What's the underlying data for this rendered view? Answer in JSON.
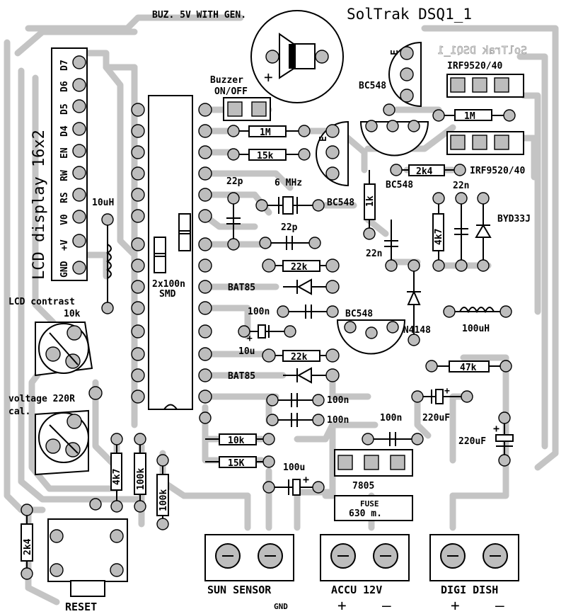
{
  "title": "SolTrak DSQ1_1",
  "mirror_title": "SolTrak DSQ1_1",
  "lcd": {
    "title": "LCD display 16x2",
    "pins": [
      "D7",
      "D6",
      "D5",
      "D4",
      "EN",
      "RW",
      "RS",
      "V0",
      "+V",
      "GND"
    ]
  },
  "labels": {
    "buzzer_note": "BUZ. 5V WITH GEN.",
    "buzzer_switch": "Buzzer",
    "buzzer_switch2": "ON/OFF",
    "lcd_contrast": "LCD contrast",
    "pot1_val": "10k",
    "voltage": "voltage 220R",
    "cal": "cal.",
    "l1": "10uH",
    "caps_smd": "2x100n",
    "smd": "SMD",
    "r_1m_a": "1M",
    "r_1m_b": "1M",
    "r_15k": "15k",
    "r_2k4": "2k4",
    "r_1k": "1k",
    "r_4k7_a": "4k7",
    "r_4k7_b": "4k7",
    "r_22k_a": "22k",
    "r_22k_b": "22k",
    "r_47k": "47k",
    "r_10k": "10k",
    "r_15k_b": "15K",
    "r_100k_a": "100k",
    "r_100k_b": "100k",
    "r_2k4_b": "2k4",
    "c_22p_a": "22p",
    "c_22p_b": "22p",
    "xtal": "6 MHz",
    "c_22n_a": "22n",
    "c_22n_b": "22n",
    "bat85_a": "BAT85",
    "bat85_b": "BAT85",
    "c_100n_a": "100n",
    "c_100n_b": "100n",
    "c_100n_c": "100n",
    "c_100n_d": "100n",
    "c_10u": "10u",
    "bc548_a": "BC548",
    "bc548_b": "BC548",
    "bc548_c": "BC548",
    "bc548_d": "BC548",
    "irf_a": "IRF9520/40",
    "irf_b": "IRF9520/40",
    "byd": "BYD33J",
    "l2": "100uH",
    "d_1n4148": "1N4148",
    "c_220u_a": "220uF",
    "c_220u_b": "220uF",
    "c_100u": "100u",
    "reg": "7805",
    "fuse": "FUSE",
    "fuse_val": "630 m.",
    "reset": "RESET",
    "sun": "SUN SENSOR",
    "gnd": "GND",
    "accu": "ACCU 12V",
    "digi": "DIGI DISH",
    "plus1": "+",
    "minus1": "–",
    "plus2": "+",
    "minus2": "–",
    "plus_small": "+",
    "e1": "E",
    "e2": "E"
  }
}
